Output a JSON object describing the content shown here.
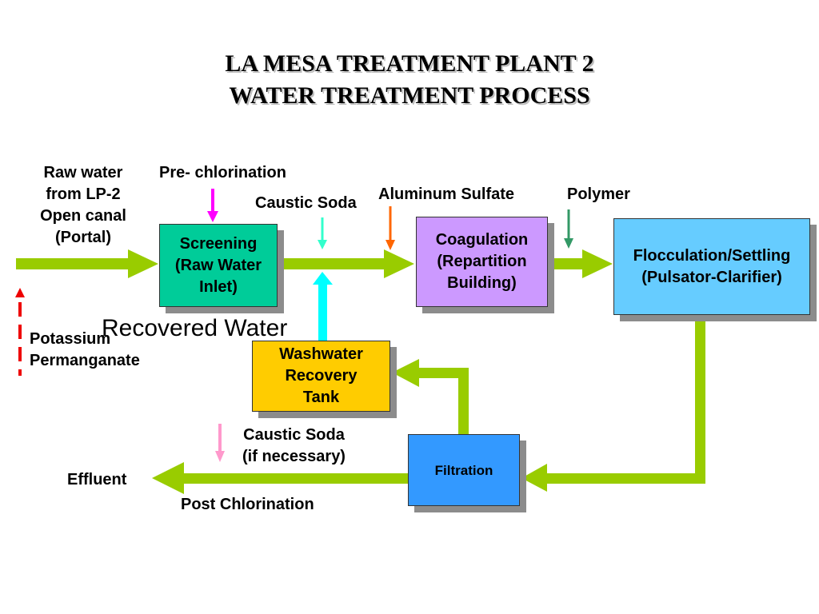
{
  "title": {
    "line1": "LA MESA TREATMENT PLANT 2",
    "line2": "WATER TREATMENT PROCESS"
  },
  "labels": {
    "raw_water": [
      "Raw water",
      "from LP-2",
      "Open canal",
      "(Portal)"
    ],
    "pre_chlorination": "Pre- chlorination",
    "caustic_soda_top": "Caustic Soda",
    "aluminum_sulfate": "Aluminum Sulfate",
    "polymer": "Polymer",
    "recovered_water": "Recovered Water",
    "potassium_permanganate": [
      "Potassium",
      "Permanganate"
    ],
    "caustic_soda_bottom": [
      "Caustic Soda",
      "(if necessary)"
    ],
    "effluent": "Effluent",
    "post_chlorination": "Post Chlorination"
  },
  "boxes": {
    "screening": [
      "Screening",
      "(Raw Water",
      "Inlet)"
    ],
    "coagulation": [
      "Coagulation",
      "(Repartition",
      "Building)"
    ],
    "flocculation": [
      "Flocculation/Settling",
      "(Pulsator-Clarifier)"
    ],
    "washwater": [
      "Washwater",
      "Recovery",
      "Tank"
    ],
    "filtration": "Filtration"
  },
  "colors": {
    "flow_arrow": "#99cc00",
    "screening": "#00cc99",
    "coagulation": "#cc99ff",
    "flocculation": "#66ccff",
    "washwater": "#ffcc00",
    "filtration": "#3399ff",
    "pre_chlorination_arrow": "#ff00ff",
    "caustic_soda_top_arrow": "#33ffcc",
    "aluminum_sulfate_arrow": "#ff6600",
    "polymer_arrow": "#339966",
    "recovered_water_arrow": "#00ffff",
    "potassium_arrow": "#ee0000",
    "caustic_soda_bottom_arrow": "#ff99cc"
  }
}
